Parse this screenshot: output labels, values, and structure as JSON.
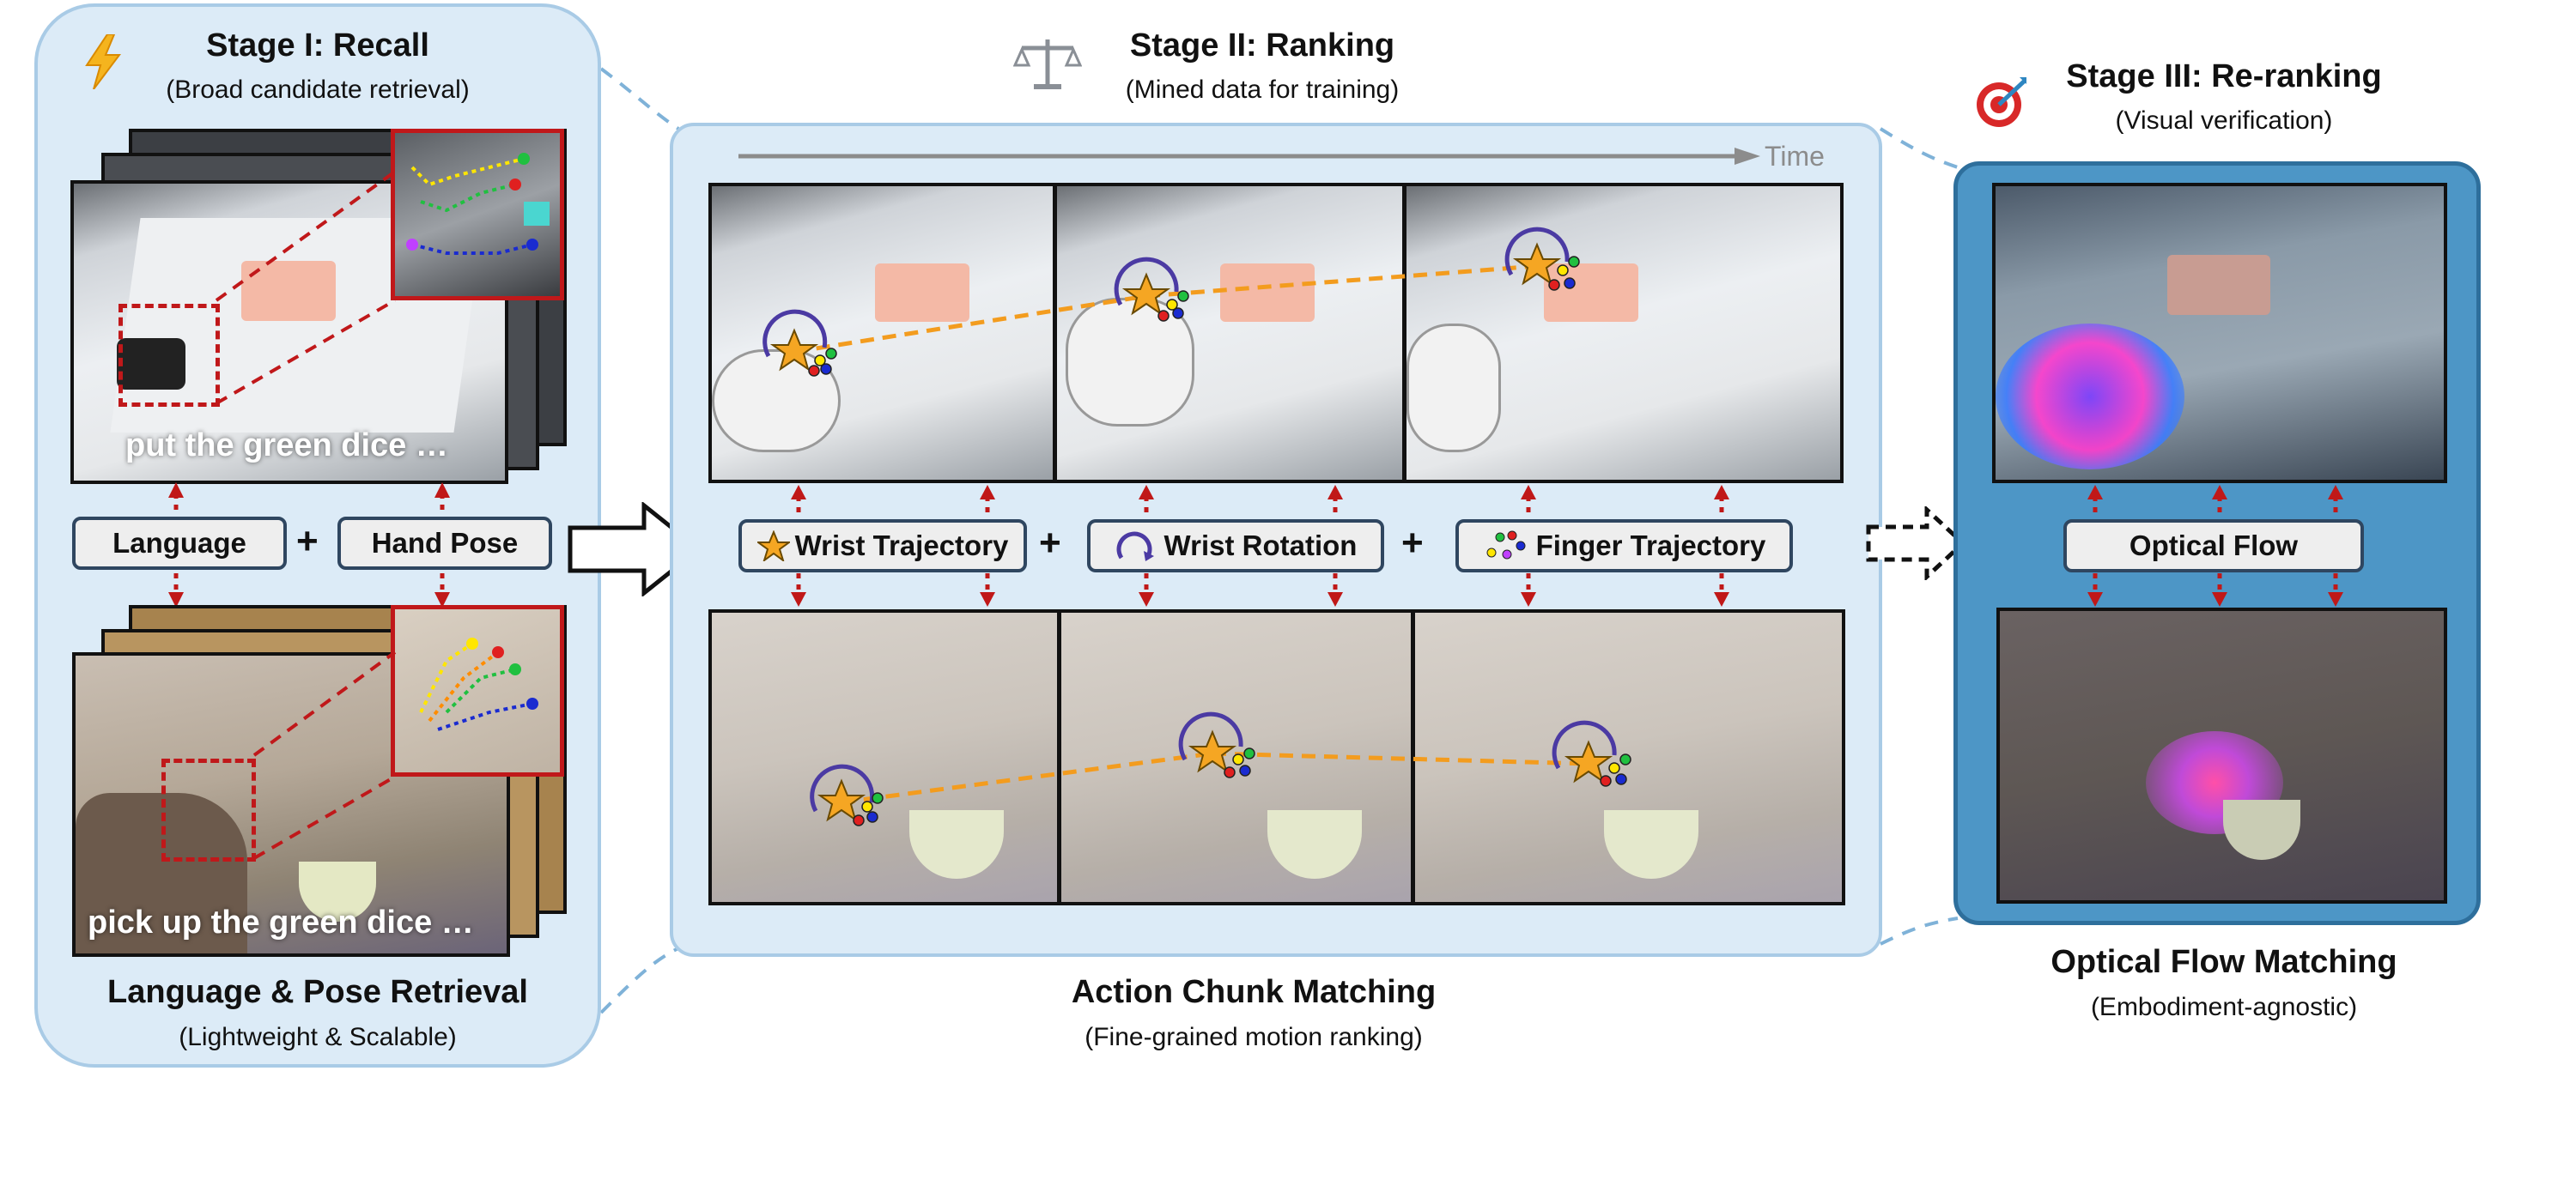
{
  "stage1": {
    "title": "Stage I: Recall",
    "subtitle": "(Broad candidate retrieval)",
    "robot_caption": "put the green dice …",
    "human_caption": "pick up the green dice …",
    "tag_language": "Language",
    "tag_hand_pose": "Hand Pose",
    "plus": "+",
    "bottom_title": "Language & Pose Retrieval",
    "bottom_subtitle": "(Lightweight & Scalable)",
    "icon": "lightning-icon"
  },
  "stage2": {
    "title": "Stage II: Ranking",
    "subtitle": "(Mined data for training)",
    "time_label": "Time",
    "tag_wrist_trajectory": "Wrist Trajectory",
    "tag_wrist_rotation": "Wrist Rotation",
    "tag_finger_trajectory": "Finger Trajectory",
    "plus": "+",
    "bottom_title": "Action Chunk Matching",
    "bottom_subtitle": "(Fine-grained motion ranking)",
    "icon": "balance-scale-icon"
  },
  "stage3": {
    "title": "Stage III: Re-ranking",
    "subtitle": "(Visual verification)",
    "tag_optical_flow": "Optical Flow",
    "bottom_title": "Optical Flow Matching",
    "bottom_subtitle": "(Embodiment-agnostic)",
    "icon": "target-icon"
  },
  "colors": {
    "panel_fill": "#dcebf7",
    "panel_border": "#a9cbe6",
    "stage3_fill": "#4d96c6",
    "arrow_red": "#c01818",
    "trajectory_orange": "#f39c1e",
    "star": "#f5a623"
  }
}
